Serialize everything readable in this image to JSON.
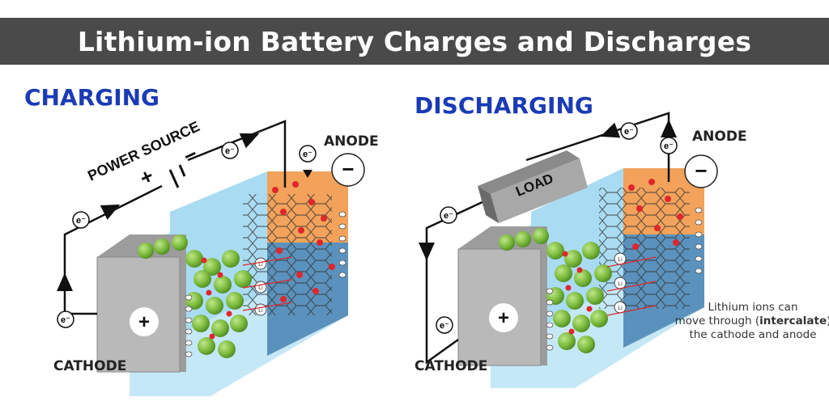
{
  "title": "Lithium-ion Battery Charges and Discharges",
  "charging": {
    "heading": "CHARGING",
    "power_source": "POWER SOURCE",
    "plus": "+",
    "minus": "−",
    "anode": "ANODE",
    "cathode": "CATHODE",
    "electron": "e⁻",
    "ion": "Li⁺"
  },
  "discharging": {
    "heading": "DISCHARGING",
    "load": "LOAD",
    "anode": "ANODE",
    "cathode": "CATHODE",
    "electron": "e⁻",
    "ion": "Li⁺",
    "note_line1": "Lithium ions can",
    "note_line2_pre": "move through (",
    "note_line2_bold": "intercalate",
    "note_line2_post": ")",
    "note_line3": "the cathode and anode"
  },
  "colors": {
    "heading": "#1a3bb5",
    "title_bar": "#4a4a4a",
    "cathode_plate": "#b9b9b9",
    "anode_plate": "#f2a25a",
    "electrolyte": "#a9dcf2",
    "graphite_blue": "#3f8fcf",
    "ion_red": "#e0262b",
    "sphere_green": "#7bbb3c"
  }
}
